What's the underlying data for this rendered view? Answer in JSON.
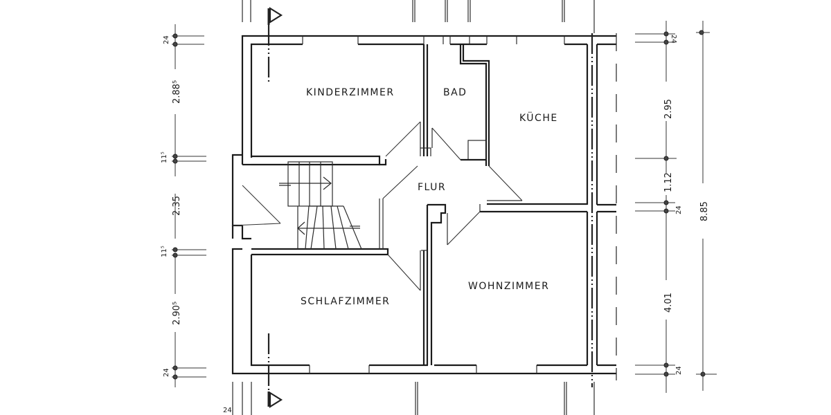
{
  "drawing": {
    "type": "floor-plan",
    "rooms": [
      {
        "id": "kinderzimmer",
        "label": "KINDERZIMMER"
      },
      {
        "id": "bad",
        "label": "BAD"
      },
      {
        "id": "kueche",
        "label": "KÜCHE"
      },
      {
        "id": "flur",
        "label": "FLUR"
      },
      {
        "id": "schlafzimmer",
        "label": "SCHLAFZIMMER"
      },
      {
        "id": "wohnzimmer",
        "label": "WOHNZIMMER"
      }
    ],
    "dimensions_left": {
      "top_wall": "24",
      "kinderzimmer": "2.88⁵",
      "wall_upper": "11⁵",
      "stair": "2.35",
      "wall_lower": "11⁵",
      "schlafzimmer": "2.90⁵",
      "bottom_wall": "24"
    },
    "dimensions_right": {
      "top_wall": "24",
      "kueche": "2.95",
      "passage": "1.12",
      "middle_wall": "24",
      "wohnzimmer": "4.01",
      "bottom_wall": "24",
      "total": "8.85"
    },
    "dimensions_bottom": {
      "left_wall": "24"
    },
    "section_markers": [
      "section-arrow-top",
      "section-arrow-bottom"
    ]
  }
}
